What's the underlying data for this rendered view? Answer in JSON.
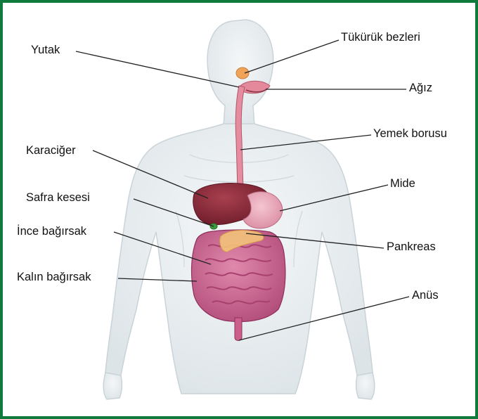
{
  "labels": {
    "yutak": "Yutak",
    "tukuruk_bezleri": "Tükürük bezleri",
    "agiz": "Ağız",
    "yemek_borusu": "Yemek borusu",
    "karaciger": "Karaciğer",
    "mide": "Mide",
    "safra_kesesi": "Safra kesesi",
    "ince_bagirsak": "İnce bağırsak",
    "pankreas": "Pankreas",
    "kalin_bagirsak": "Kalın bağırsak",
    "anus": "Anüs"
  },
  "colors": {
    "border": "#0f7a3c",
    "body": "#e6ecef",
    "liver": "#8e2a3a",
    "stomach": "#e7a4b5",
    "intestine": "#c95f8a",
    "pancreas": "#f3c27a",
    "gallbladder": "#3c9a3c",
    "esophagus": "#e58c9f"
  }
}
